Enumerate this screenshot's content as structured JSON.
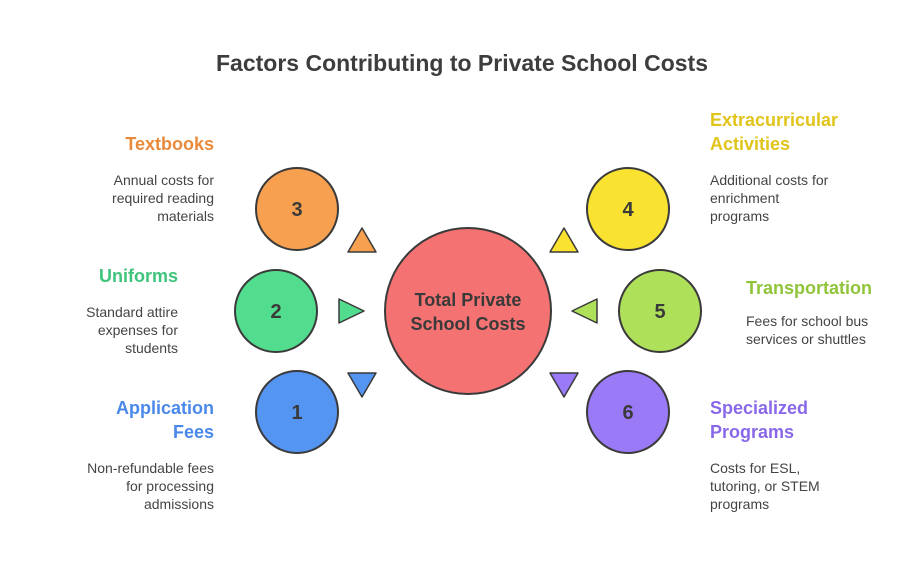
{
  "title": "Factors Contributing to Private School Costs",
  "center": {
    "label_line1": "Total Private",
    "label_line2": "School Costs",
    "color": "#f57272"
  },
  "factors": [
    {
      "number": "1",
      "label_line1": "Application",
      "label_line2": "Fees",
      "desc_line1": "Non-refundable fees",
      "desc_line2": "for processing",
      "desc_line3": "admissions",
      "color": "#4a88ea",
      "circle_color": "#5595f2",
      "arrow": "triangle-down-icon"
    },
    {
      "number": "2",
      "label_line1": "Uniforms",
      "label_line2": "",
      "desc_line1": "Standard attire",
      "desc_line2": "expenses for",
      "desc_line3": "students",
      "color": "#3fc47c",
      "circle_color": "#52dd8e",
      "arrow": "triangle-right-icon"
    },
    {
      "number": "3",
      "label_line1": "Textbooks",
      "label_line2": "",
      "desc_line1": "Annual costs for",
      "desc_line2": "required reading",
      "desc_line3": "materials",
      "color": "#e98a3a",
      "circle_color": "#f7a04f",
      "arrow": "triangle-up-icon"
    },
    {
      "number": "4",
      "label_line1": "Extracurricular",
      "label_line2": "Activities",
      "desc_line1": "Additional costs for",
      "desc_line2": "enrichment",
      "desc_line3": "programs",
      "color": "#e0c41a",
      "circle_color": "#f9e330",
      "arrow": "triangle-up-icon"
    },
    {
      "number": "5",
      "label_line1": "Transportation",
      "label_line2": "",
      "desc_line1": "Fees for school bus",
      "desc_line2": "services or shuttles",
      "desc_line3": "",
      "color": "#90c43a",
      "circle_color": "#aee05a",
      "arrow": "triangle-left-icon"
    },
    {
      "number": "6",
      "label_line1": "Specialized",
      "label_line2": "Programs",
      "desc_line1": "Costs for ESL,",
      "desc_line2": "tutoring, or STEM",
      "desc_line3": "programs",
      "color": "#8a68ea",
      "circle_color": "#9a7af7",
      "arrow": "triangle-down-icon"
    }
  ]
}
